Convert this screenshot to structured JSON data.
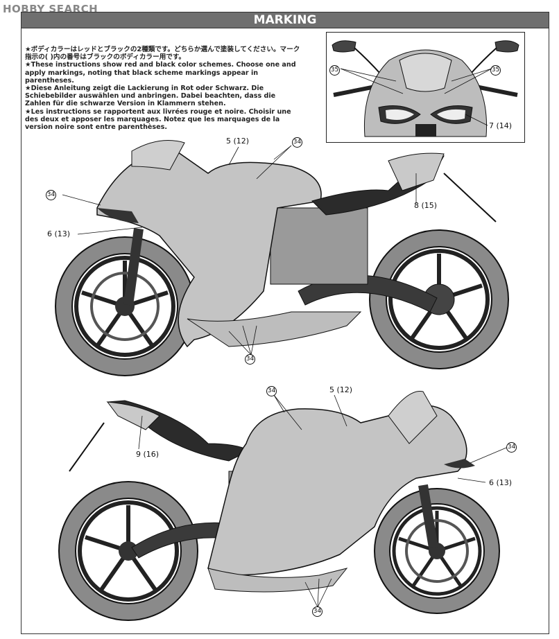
{
  "watermark": "HOBBY SEARCH",
  "header": {
    "title": "MARKING"
  },
  "instructions": [
    "★ボディカラーはレッドとブラックの2種類です。どちらか選んで塗装してください。マーク指示の(  )内の番号はブラックのボディカラー用です。",
    "★These instructions show red and black color schemes. Choose one and apply markings, noting that black scheme markings appear in parentheses.",
    "★Diese Anleitung zeigt die Lackierung in Rot oder Schwarz. Die Schiebebilder auswählen und anbringen. Dabei beachten, dass die Zahlen für die schwarze Version in Klammern stehen.",
    "★Les instructions se rapportent aux livrées rouge et noire. Choisir une des deux et apposer les marquages. Notez que les marquages de la version noire sont entre parenthèses."
  ],
  "inset_callouts": {
    "left_35": "35",
    "right_35": "35",
    "mark_7_14": "7 (14)"
  },
  "top_bike_callouts": {
    "mark_5_12": "5 (12)",
    "mark_34_tank": "34",
    "mark_34_nose": "34",
    "mark_8_15": "8 (15)",
    "mark_6_13": "6 (13)",
    "mark_34_belly": "34"
  },
  "bottom_bike_callouts": {
    "mark_34_tank": "34",
    "mark_5_12": "5 (12)",
    "mark_9_16": "9 (16)",
    "mark_34_nose": "34",
    "mark_6_13": "6 (13)",
    "mark_34_belly": "34"
  }
}
